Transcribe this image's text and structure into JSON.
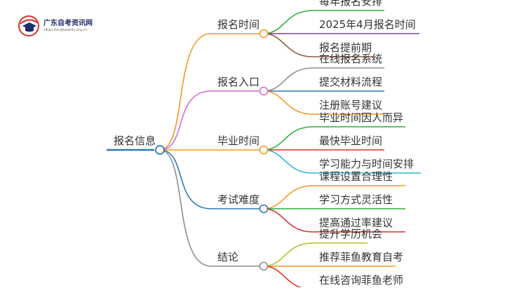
{
  "logo": {
    "name": "广东自考资讯网",
    "url": "zikao.dongkaoedu.org.cn"
  },
  "root": {
    "label": "报名信息"
  },
  "branches": [
    {
      "label": "报名时间",
      "color": "#f39a1e",
      "children": [
        {
          "label": "每年报名安排",
          "color": "#2fae3b"
        },
        {
          "label": "2025年4月报名时间",
          "color": "#7b3fb5"
        },
        {
          "label": "报名提前期",
          "color": "#8b5a3c"
        }
      ]
    },
    {
      "label": "报名入口",
      "color": "#d86bd8",
      "children": [
        {
          "label": "在线报名系统",
          "color": "#8e8e8e"
        },
        {
          "label": "提交材料流程",
          "color": "#2f78b7"
        },
        {
          "label": "注册账号建议",
          "color": "#f39a1e"
        }
      ]
    },
    {
      "label": "毕业时间",
      "color": "#f39a1e",
      "children": [
        {
          "label": "毕业时间因人而异",
          "color": "#2fae3b"
        },
        {
          "label": "最快毕业时间",
          "color": "#d9332b"
        },
        {
          "label": "学习能力与时间安排",
          "color": "#2fb8c9"
        }
      ]
    },
    {
      "label": "考试难度",
      "color": "#2f78b7",
      "children": [
        {
          "label": "课程设置合理性",
          "color": "#f39a1e"
        },
        {
          "label": "学习方式灵活性",
          "color": "#2fae3b"
        },
        {
          "label": "提高通过率建议",
          "color": "#d9332b"
        }
      ]
    },
    {
      "label": "结论",
      "color": "#8e8e8e",
      "children": [
        {
          "label": "提升学历机会",
          "color": "#b8bf2a"
        },
        {
          "label": "推荐菲鱼教育自考",
          "color": "#f39a1e"
        },
        {
          "label": "在线咨询菲鱼老师",
          "color": "#d9332b"
        }
      ]
    }
  ]
}
